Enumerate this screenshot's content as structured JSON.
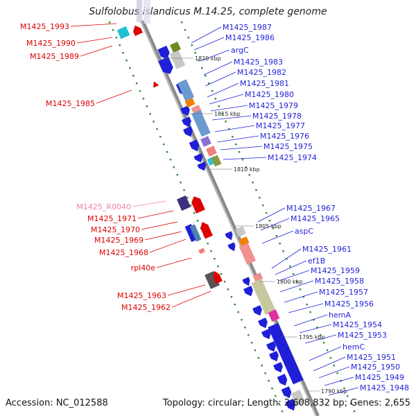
{
  "title": "Sulfolobus islandicus M.14.25, complete genome",
  "footer": {
    "accession": "Accession: NC_012588",
    "summary": "Topology: circular; Length: 2,608,832 bp; Genes: 2,655"
  },
  "ticks": [
    {
      "label": "1820 kbp"
    },
    {
      "label": "1815 kbp"
    },
    {
      "label": "1810 kbp"
    },
    {
      "label": "1805 kbp"
    },
    {
      "label": "1800 kbp"
    },
    {
      "label": "1795 kbp"
    },
    {
      "label": "1790 kbp"
    }
  ],
  "right_labels": [
    "M1425_1987",
    "M1425_1986",
    "argC",
    "M1425_1983",
    "M1425_1982",
    "M1425_1981",
    "M1425_1980",
    "M1425_1979",
    "M1425_1978",
    "M1425_1977",
    "M1425_1976",
    "M1425_1975",
    "M1425_1974",
    "M1425_1967",
    "M1425_1965",
    "aspC",
    "M1425_1961",
    "ef1B",
    "M1425_1959",
    "M1425_1958",
    "M1425_1957",
    "M1425_1956",
    "hemA",
    "M1425_1954",
    "M1425_1953",
    "hemC",
    "M1425_1951",
    "M1425_1950",
    "M1425_1949",
    "M1425_1948"
  ],
  "left_labels": [
    {
      "text": "M1425_1993",
      "color": "#dd0000"
    },
    {
      "text": "M1425_1990",
      "color": "#dd0000"
    },
    {
      "text": "M1425_1989",
      "color": "#dd0000"
    },
    {
      "text": "M1425_1985",
      "color": "#dd0000"
    },
    {
      "text": "M1425_R0040",
      "color": "#f080b0"
    },
    {
      "text": "M1425_1971",
      "color": "#dd0000"
    },
    {
      "text": "M1425_1970",
      "color": "#dd0000"
    },
    {
      "text": "M1425_1969",
      "color": "#dd0000"
    },
    {
      "text": "M1425_1968",
      "color": "#dd0000"
    },
    {
      "text": "rpl40e",
      "color": "#dd0000"
    },
    {
      "text": "M1425_1963",
      "color": "#dd0000"
    },
    {
      "text": "M1425_1962",
      "color": "#dd0000"
    }
  ]
}
